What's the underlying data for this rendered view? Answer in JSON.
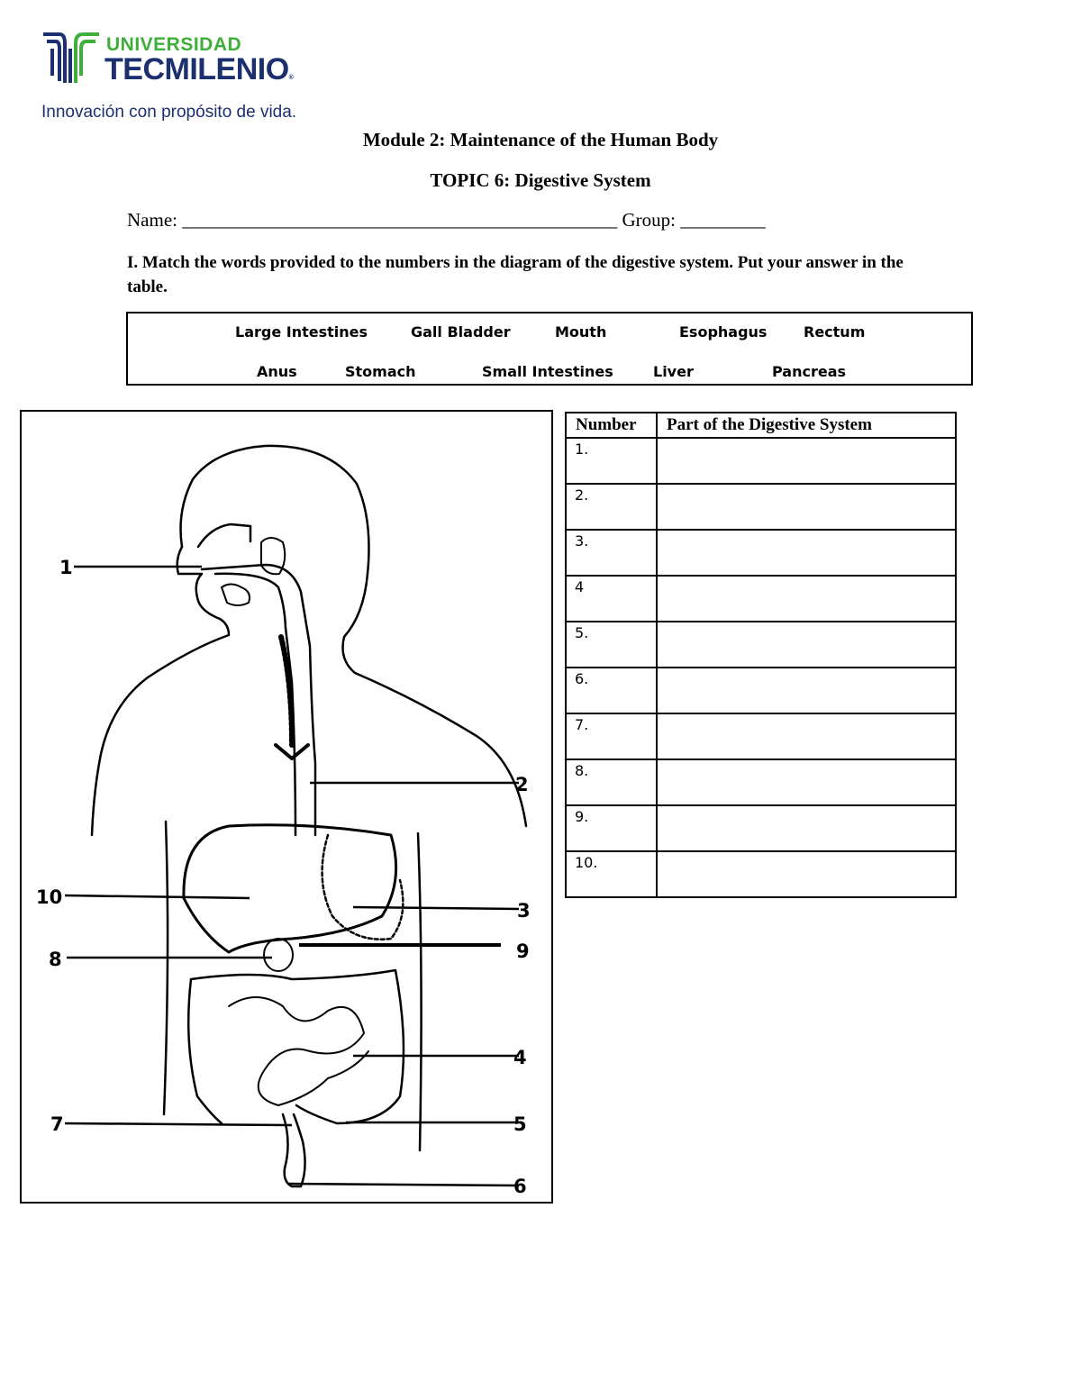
{
  "header": {
    "logo": {
      "line1": "UNIVERSIDAD",
      "line2": "TECMILENIO",
      "suffix": "®",
      "slogan": "Innovación con propósito de vida.",
      "colors": {
        "green": "#3fae3a",
        "navy": "#1c2f6e"
      }
    },
    "module_title": "Module 2: Maintenance of the Human Body",
    "topic_title": "TOPIC 6: Digestive System",
    "name_label": "Name: ______________________________________________ Group: _________"
  },
  "instructions": "I. Match the words provided to the numbers in the diagram of the digestive system. Put your answer in the table.",
  "word_bank": {
    "row1": [
      "Large Intestines",
      "Gall Bladder",
      "Mouth",
      "Esophagus",
      "Rectum"
    ],
    "row2": [
      "Anus",
      "Stomach",
      "Small Intestines",
      "Liver",
      "Pancreas"
    ]
  },
  "diagram": {
    "labels": [
      "1",
      "2",
      "3",
      "4",
      "5",
      "6",
      "7",
      "8",
      "9",
      "10"
    ]
  },
  "table": {
    "headers": [
      "Number",
      "Part of the Digestive System"
    ],
    "rows": [
      {
        "number": "1.",
        "answer": ""
      },
      {
        "number": "2.",
        "answer": ""
      },
      {
        "number": "3.",
        "answer": ""
      },
      {
        "number": "4",
        "answer": ""
      },
      {
        "number": "5.",
        "answer": ""
      },
      {
        "number": "6.",
        "answer": ""
      },
      {
        "number": "7.",
        "answer": ""
      },
      {
        "number": "8.",
        "answer": ""
      },
      {
        "number": "9.",
        "answer": ""
      },
      {
        "number": "10.",
        "answer": ""
      }
    ]
  }
}
